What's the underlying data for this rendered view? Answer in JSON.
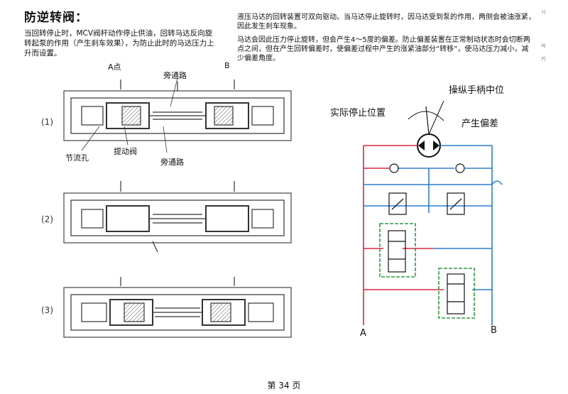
{
  "page": {
    "title": "防逆转阀：",
    "left_paragraph": "当回转停止时，MCV阀杆动作停止供油，回转马达反向旋转起泵的作用（产生刹车效果），为防止此时的马达压力上升而设置。",
    "right_paragraph_1": "液压马达的回转装置可双向驱动。当马达停止旋转时，因马达受到泵的作用，两侧会被油涨紧，因此发生刹车现象。",
    "right_paragraph_2": "马达会因此压力停止旋转，但会产生4～5度的偏差。防止偏差装置在正常制动状态时会切断两点之间，但在产生回转偏差时，使偏差过程中产生的涨紧油部分“转移”，使马达压力减小，减少偏差角度。",
    "page_number": "第 34 页",
    "edge_marks": [
      "시",
      "억",
      "키"
    ]
  },
  "left_figure": {
    "label_a": "A点",
    "label_b": "B",
    "label_bypass_top": "旁通路",
    "label_throttle": "节流孔",
    "label_lift_valve": "提动阀",
    "label_bypass_bottom": "旁通路",
    "row_labels": [
      "(1)",
      "(2)",
      "(3)"
    ]
  },
  "right_figure": {
    "label_handle": "操纵手柄中位",
    "label_actual_stop": "实际停止位置",
    "label_deviation": "产生偏差",
    "port_a": "A",
    "port_b": "B",
    "colors": {
      "line_a": "#d7263d",
      "line_b": "#2a7fd4",
      "valve_box": "#2e9b3e"
    }
  }
}
